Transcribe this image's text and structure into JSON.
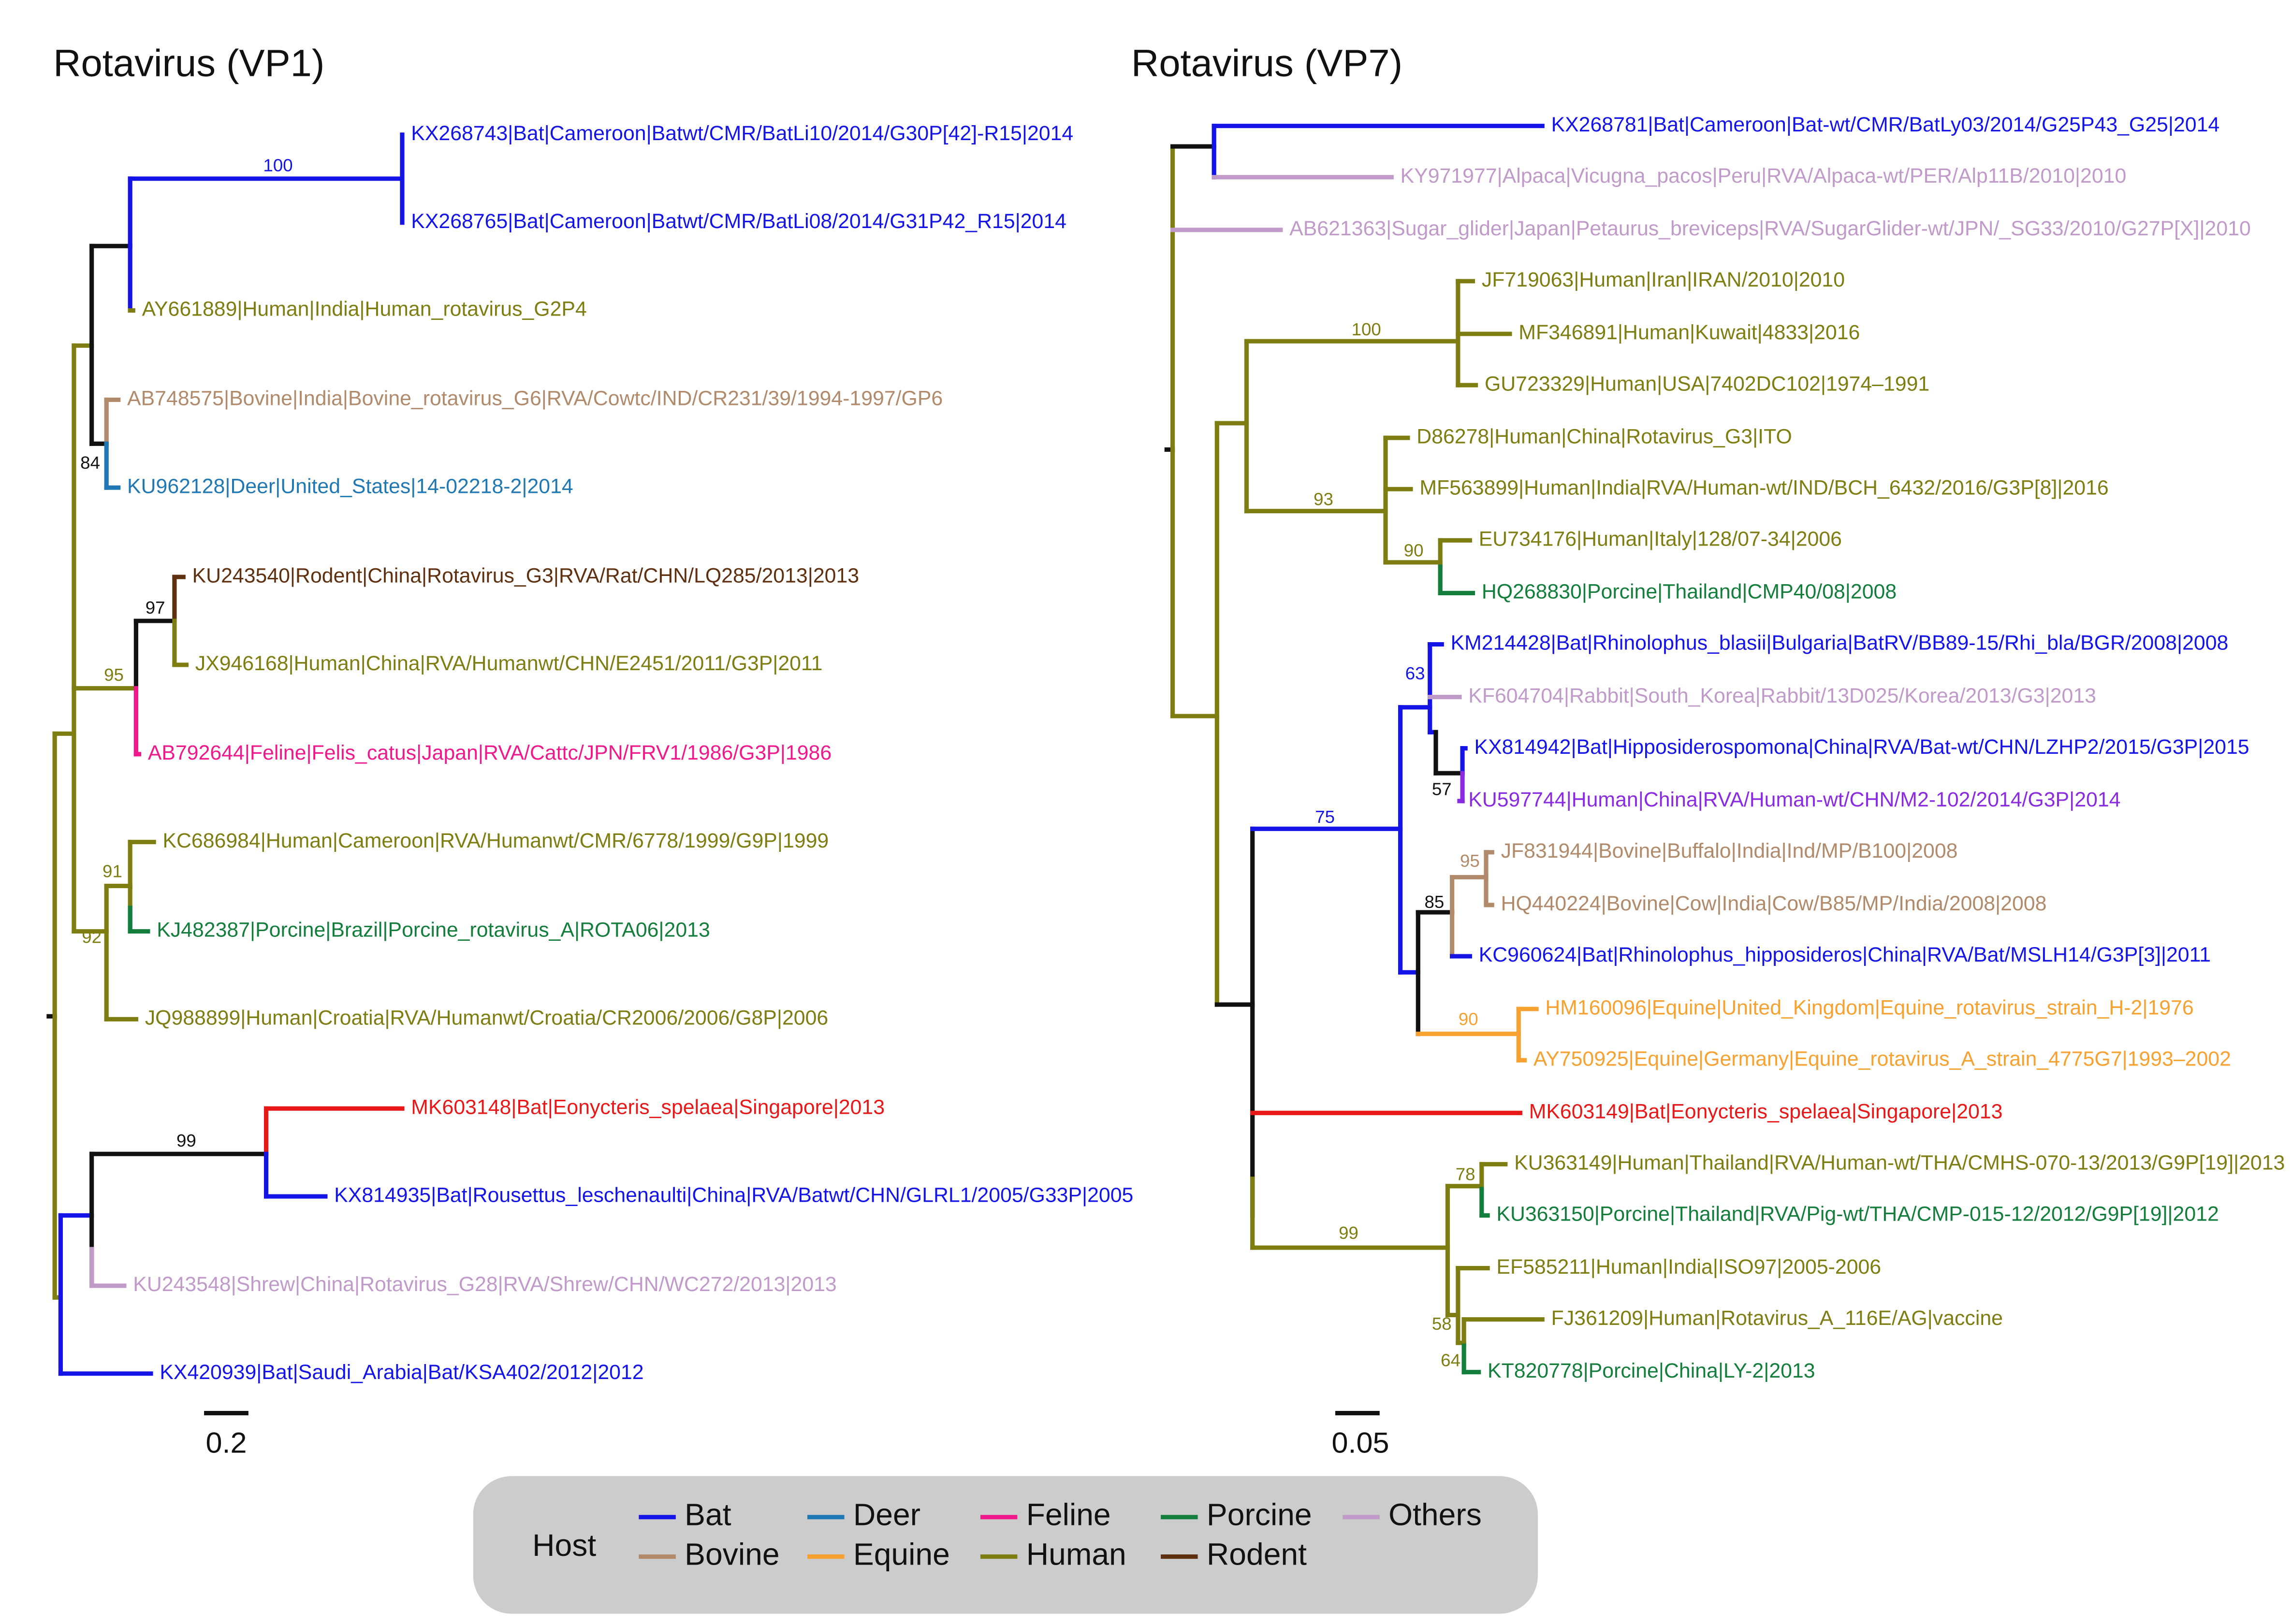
{
  "colors": {
    "bat": "#1414e6",
    "bovine": "#b08a6a",
    "deer": "#1f78b4",
    "equine": "#f7a130",
    "feline": "#f0198c",
    "human": "#7d7d12",
    "porcine": "#137d3c",
    "rodent": "#5e3010",
    "others": "#c09ac8",
    "black": "#111111",
    "red": "#e81818",
    "human_b": "#8a2be2",
    "legend_bg": "#cccccc"
  },
  "panels": [
    {
      "title": "Rotavirus (VP1)",
      "scale": "0.2",
      "tips": [
        {
          "label": "KX268743|Bat|Cameroon|Batwt/CMR/BatLi10/2014/G30P[42]-R15|2014",
          "color": "bat"
        },
        {
          "label": "KX268765|Bat|Cameroon|Batwt/CMR/BatLi08/2014/G31P42_R15|2014",
          "color": "bat"
        },
        {
          "label": "AY661889|Human|India|Human_rotavirus_G2P4",
          "color": "human"
        },
        {
          "label": "AB748575|Bovine|India|Bovine_rotavirus_G6|RVA/Cowtc/IND/CR231/39/1994-1997/GP6",
          "color": "bovine"
        },
        {
          "label": "KU962128|Deer|United_States|14-02218-2|2014",
          "color": "deer"
        },
        {
          "label": "KU243540|Rodent|China|Rotavirus_G3|RVA/Rat/CHN/LQ285/2013|2013",
          "color": "rodent"
        },
        {
          "label": "JX946168|Human|China|RVA/Humanwt/CHN/E2451/2011/G3P|2011",
          "color": "human"
        },
        {
          "label": "AB792644|Feline|Felis_catus|Japan|RVA/Cattc/JPN/FRV1/1986/G3P|1986",
          "color": "feline"
        },
        {
          "label": "KC686984|Human|Cameroon|RVA/Humanwt/CMR/6778/1999/G9P|1999",
          "color": "human"
        },
        {
          "label": "KJ482387|Porcine|Brazil|Porcine_rotavirus_A|ROTA06|2013",
          "color": "porcine"
        },
        {
          "label": "JQ988899|Human|Croatia|RVA/Humanwt/Croatia/CR2006/2006/G8P|2006",
          "color": "human"
        },
        {
          "label": "MK603148|Bat|Eonycteris_spelaea|Singapore|2013",
          "color": "red"
        },
        {
          "label": "KX814935|Bat|Rousettus_leschenaulti|China|RVA/Batwt/CHN/GLRL1/2005/G33P|2005",
          "color": "bat"
        },
        {
          "label": "KU243548|Shrew|China|Rotavirus_G28|RVA/Shrew/CHN/WC272/2013|2013",
          "color": "others"
        },
        {
          "label": "KX420939|Bat|Saudi_Arabia|Bat/KSA402/2012|2012",
          "color": "bat"
        }
      ],
      "support": [
        {
          "value": "100",
          "color": "bat"
        },
        {
          "value": "84",
          "color": "black"
        },
        {
          "value": "97",
          "color": "black"
        },
        {
          "value": "95",
          "color": "human"
        },
        {
          "value": "91",
          "color": "human"
        },
        {
          "value": "92",
          "color": "human"
        },
        {
          "value": "99",
          "color": "black"
        }
      ]
    },
    {
      "title": "Rotavirus (VP7)",
      "scale": "0.05",
      "tips": [
        {
          "label": "KX268781|Bat|Cameroon|Bat-wt/CMR/BatLy03/2014/G25P43_G25|2014",
          "color": "bat"
        },
        {
          "label": "KY971977|Alpaca|Vicugna_pacos|Peru|RVA/Alpaca-wt/PER/Alp11B/2010|2010",
          "color": "others"
        },
        {
          "label": "AB621363|Sugar_glider|Japan|Petaurus_breviceps|RVA/SugarGlider-wt/JPN/_SG33/2010/G27P[X]|2010",
          "color": "others"
        },
        {
          "label": "JF719063|Human|Iran|IRAN/2010|2010",
          "color": "human"
        },
        {
          "label": "MF346891|Human|Kuwait|4833|2016",
          "color": "human"
        },
        {
          "label": "GU723329|Human|USA|7402DC102|1974–1991",
          "color": "human"
        },
        {
          "label": "D86278|Human|China|Rotavirus_G3|ITO",
          "color": "human"
        },
        {
          "label": "MF563899|Human|India|RVA/Human-wt/IND/BCH_6432/2016/G3P[8]|2016",
          "color": "human"
        },
        {
          "label": "EU734176|Human|Italy|128/07-34|2006",
          "color": "human"
        },
        {
          "label": "HQ268830|Porcine|Thailand|CMP40/08|2008",
          "color": "porcine"
        },
        {
          "label": "KM214428|Bat|Rhinolophus_blasii|Bulgaria|BatRV/BB89-15/Rhi_bla/BGR/2008|2008",
          "color": "bat"
        },
        {
          "label": "KF604704|Rabbit|South_Korea|Rabbit/13D025/Korea/2013/G3|2013",
          "color": "others"
        },
        {
          "label": "KX814942|Bat|Hipposiderospomona|China|RVA/Bat-wt/CHN/LZHP2/2015/G3P|2015",
          "color": "bat"
        },
        {
          "label": "KU597744|Human|China|RVA/Human-wt/CHN/M2-102/2014/G3P|2014",
          "color": "human_b"
        },
        {
          "label": "JF831944|Bovine|Buffalo|India|Ind/MP/B100|2008",
          "color": "bovine"
        },
        {
          "label": "HQ440224|Bovine|Cow|India|Cow/B85/MP/India/2008|2008",
          "color": "bovine"
        },
        {
          "label": "KC960624|Bat|Rhinolophus_hipposideros|China|RVA/Bat/MSLH14/G3P[3]|2011",
          "color": "bat"
        },
        {
          "label": "HM160096|Equine|United_Kingdom|Equine_rotavirus_strain_H-2|1976",
          "color": "equine"
        },
        {
          "label": "AY750925|Equine|Germany|Equine_rotavirus_A_strain_4775G7|1993–2002",
          "color": "equine"
        },
        {
          "label": "MK603149|Bat|Eonycteris_spelaea|Singapore|2013",
          "color": "red"
        },
        {
          "label": "KU363149|Human|Thailand|RVA/Human-wt/THA/CMHS-070-13/2013/G9P[19]|2013",
          "color": "human"
        },
        {
          "label": "KU363150|Porcine|Thailand|RVA/Pig-wt/THA/CMP-015-12/2012/G9P[19]|2012",
          "color": "porcine"
        },
        {
          "label": "EF585211|Human|India|ISO97|2005-2006",
          "color": "human"
        },
        {
          "label": "FJ361209|Human|Rotavirus_A_116E/AG|vaccine",
          "color": "human"
        },
        {
          "label": "KT820778|Porcine|China|LY-2|2013",
          "color": "porcine"
        }
      ],
      "support": [
        {
          "value": "100",
          "color": "human"
        },
        {
          "value": "93",
          "color": "human"
        },
        {
          "value": "90",
          "color": "human"
        },
        {
          "value": "63",
          "color": "bat"
        },
        {
          "value": "57",
          "color": "black"
        },
        {
          "value": "75",
          "color": "bat"
        },
        {
          "value": "95",
          "color": "bovine"
        },
        {
          "value": "85",
          "color": "black"
        },
        {
          "value": "90",
          "color": "equine"
        },
        {
          "value": "99",
          "color": "human"
        },
        {
          "value": "78",
          "color": "human"
        },
        {
          "value": "58",
          "color": "human"
        },
        {
          "value": "64",
          "color": "human"
        }
      ]
    }
  ],
  "legend": {
    "title": "Host",
    "items": [
      {
        "label": "Bat",
        "color": "bat"
      },
      {
        "label": "Deer",
        "color": "deer"
      },
      {
        "label": "Feline",
        "color": "feline"
      },
      {
        "label": "Porcine",
        "color": "porcine"
      },
      {
        "label": "Others",
        "color": "others"
      },
      {
        "label": "Bovine",
        "color": "bovine"
      },
      {
        "label": "Equine",
        "color": "equine"
      },
      {
        "label": "Human",
        "color": "human"
      },
      {
        "label": "Rodent",
        "color": "rodent"
      }
    ]
  }
}
